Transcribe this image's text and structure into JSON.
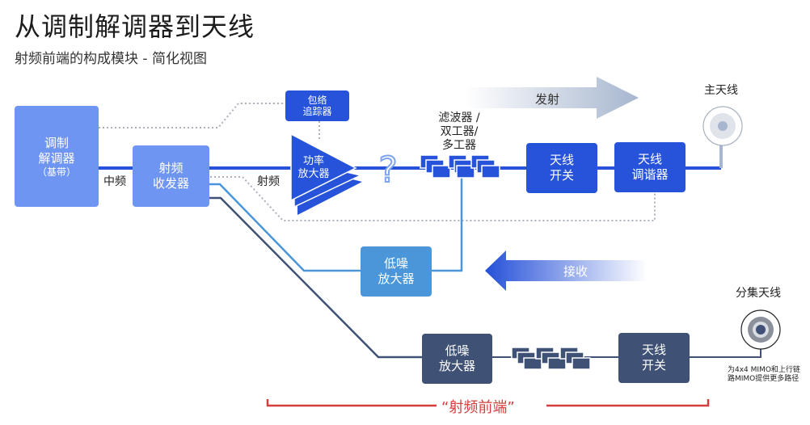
{
  "header": {
    "title": "从调制解调器到天线",
    "subtitle": "射频前端的构成模块 - 简化视图"
  },
  "blocks": {
    "modem": {
      "line1": "调制",
      "line2": "解调器",
      "line3": "（基带）"
    },
    "transceiver": {
      "line1": "射频",
      "line2": "收发器"
    },
    "envelope_tracker": {
      "line1": "包络",
      "line2": "追踪器"
    },
    "power_amp": {
      "line1": "功率",
      "line2": "放大器"
    },
    "filters": {
      "line1": "滤波器 /",
      "line2": "双工器/",
      "line3": "多工器"
    },
    "antenna_switch": {
      "line1": "天线",
      "line2": "开关"
    },
    "antenna_tuner": {
      "line1": "天线",
      "line2": "调谐器"
    },
    "lna_main": {
      "line1": "低噪",
      "line2": "放大器"
    },
    "lna_div": {
      "line1": "低噪",
      "line2": "放大器"
    },
    "div_switch": {
      "line1": "天线",
      "line2": "开关"
    }
  },
  "labels": {
    "if": "中频",
    "rf": "射频",
    "question": "?",
    "main_antenna": "主天线",
    "diversity_antenna": "分集天线",
    "diversity_note": "为4x4 MIMO和上行链路MIMO提供更多路径",
    "transmit": "发射",
    "receive": "接收",
    "rf_front_end": "“射频前端”"
  },
  "colors": {
    "light_blue": "#6f95f2",
    "blue": "#2653d9",
    "sky": "#4a96d8",
    "slate": "#3f5275",
    "red": "#d63c3c"
  }
}
